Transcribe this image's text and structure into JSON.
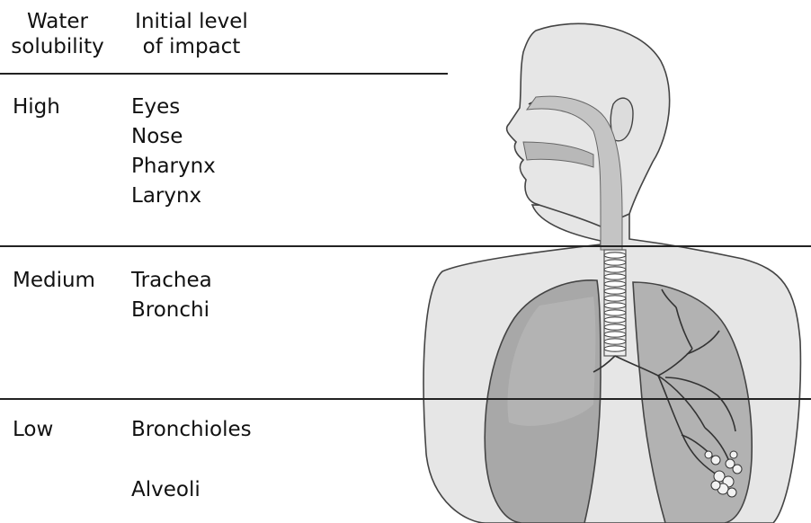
{
  "header": {
    "col1_line1": "Water",
    "col1_line2": "solubility",
    "col2_line1": "Initial level",
    "col2_line2": "of impact"
  },
  "rows": [
    {
      "solubility": "High",
      "sites": [
        "Eyes",
        "Nose",
        "Pharynx",
        "Larynx"
      ]
    },
    {
      "solubility": "Medium",
      "sites": [
        "Trachea",
        "Bronchi"
      ]
    },
    {
      "solubility": "Low",
      "sites": [
        "Bronchioles",
        "Alveoli"
      ]
    }
  ]
}
